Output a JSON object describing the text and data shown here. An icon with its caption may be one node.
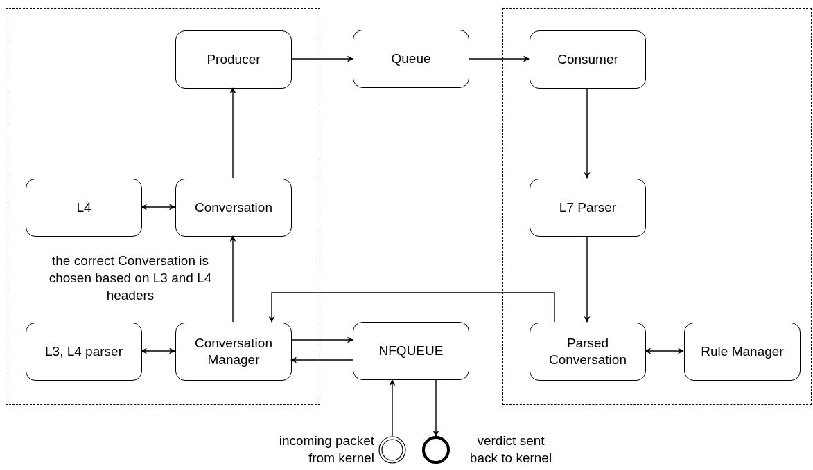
{
  "diagram": {
    "nodes": [
      {
        "text": [],
        "shape": "box"
      },
      {
        "text": [],
        "shape": "box"
      },
      {
        "text": [
          "Producer"
        ],
        "in": 0
      },
      {
        "text": [
          "Queue"
        ]
      },
      {
        "text": [
          "Consumer"
        ],
        "in": 1
      },
      {
        "text": [
          "L4"
        ],
        "in": 0
      },
      {
        "text": [
          "Conversation"
        ],
        "in": 0
      },
      {
        "text": [
          "L7 Parser"
        ],
        "in": 1
      },
      {
        "text": [
          "L3, L4 parser"
        ],
        "in": 0
      },
      {
        "text": [
          "Conversation Manager"
        ],
        "in": 0
      },
      {
        "text": [
          "NFQUEUE"
        ]
      },
      {
        "text": [
          "Parsed Conversation"
        ],
        "in": 1
      },
      {
        "text": [
          "Rule Manager"
        ],
        "in": 1
      },
      {
        "text": [],
        "shape": "circle",
        "beside": [
          "incoming packet from kernel"
        ]
      },
      {
        "text": [],
        "shape": "circle",
        "beside": [
          "verdict sent back to kernel"
        ]
      }
    ],
    "edges": [
      {
        "from": 2,
        "to": 3,
        "arrow": "to"
      },
      {
        "from": 3,
        "to": 4,
        "arrow": "to"
      },
      {
        "from": 4,
        "to": 7,
        "arrow": "to"
      },
      {
        "from": 7,
        "to": 11,
        "arrow": "to"
      },
      {
        "from": 5,
        "to": 6,
        "arrow": "both"
      },
      {
        "from": 9,
        "to": 6,
        "arrow": "to"
      },
      {
        "from": 6,
        "to": 2,
        "arrow": "to"
      },
      {
        "from": 8,
        "to": 9,
        "arrow": "both"
      },
      {
        "from": 9,
        "to": 10,
        "arrow": "to"
      },
      {
        "from": 10,
        "to": 9,
        "arrow": "to"
      },
      {
        "from": 11,
        "to": 9,
        "arrow": "to"
      },
      {
        "from": 11,
        "to": 12,
        "arrow": "both"
      },
      {
        "from": 13,
        "to": 10,
        "arrow": "to"
      },
      {
        "from": 10,
        "to": 14,
        "arrow": "to"
      }
    ],
    "labels": [
      "the correct Conversation is chosen based on L3 and L4 headers"
    ]
  }
}
